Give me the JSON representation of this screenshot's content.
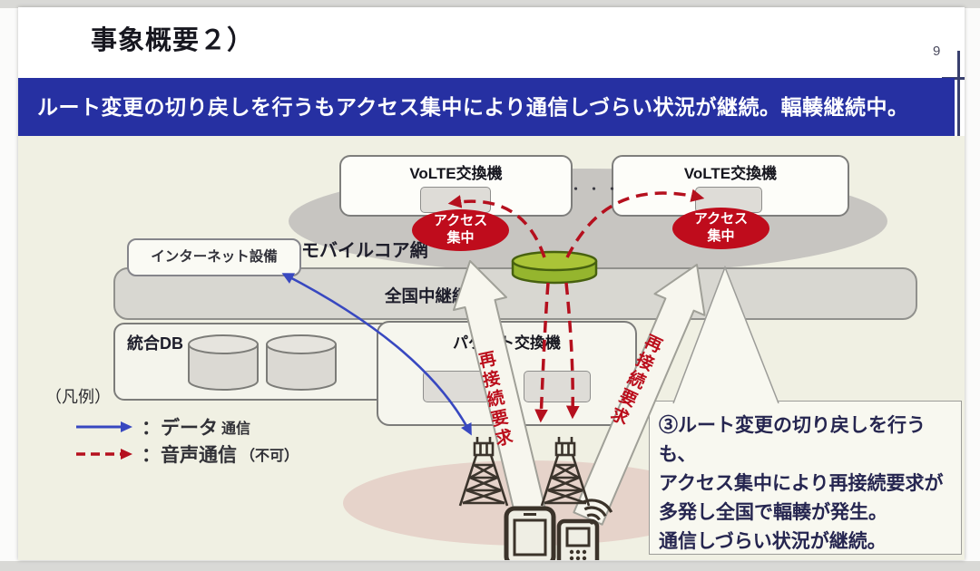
{
  "page": {
    "number": "9"
  },
  "header": {
    "title": "事象概要２）"
  },
  "banner": {
    "text": "ルート変更の切り戻しを行うもアクセス集中により通信しづらい状況が継続。輻輳継続中。"
  },
  "diagram": {
    "mobile_core_label": "モバイルコア網",
    "volte_left_label": "VoLTE交換機",
    "volte_right_label": "VoLTE交換機",
    "ellipsis": "・・・",
    "access_left": "アクセス\n集中",
    "access_right": "アクセス\n集中",
    "internet_label": "インターネット設備",
    "relay_label": "全国中継網",
    "db_label": "統合DB",
    "packet_label": "パケット交換機",
    "reconnect_left": "再接続要求",
    "reconnect_right": "再接続要求",
    "callout_text": "③ルート変更の切り戻しを行うも、\nアクセス集中により再接続要求が\n多発し全国で輻輳が発生。\n通信しづらい状況が継続。"
  },
  "legend": {
    "title": "（凡例）",
    "data": {
      "main": "：データ",
      "sub": "通信"
    },
    "voice": {
      "main": "：音声通信",
      "sub": "（不可）"
    }
  },
  "colors": {
    "banner_bg": "#2630a2",
    "access_oval_red": "#bf0c1c",
    "voice_line_red": "#b5101e",
    "data_line_blue": "#3848c0",
    "bottleneck_green": "#9cb832",
    "slide_body_bg": "#f0f0e3"
  }
}
